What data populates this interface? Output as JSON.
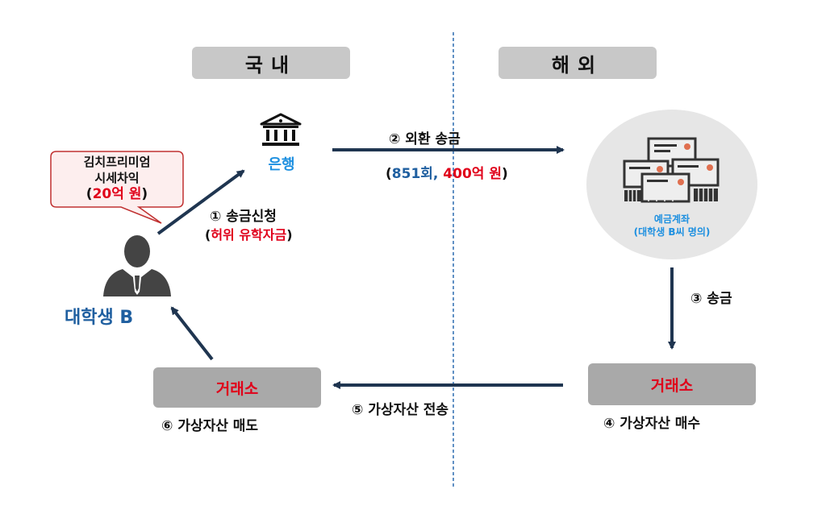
{
  "regions": {
    "domestic": "국내",
    "overseas": "해외"
  },
  "bank": {
    "label": "은행"
  },
  "bubble": {
    "line1": "김치프리미엄",
    "line2": "시세차익",
    "amount_open": "(",
    "amount": "20억 원",
    "amount_close": ")"
  },
  "student": {
    "label": "대학생 B"
  },
  "steps": {
    "s1": {
      "label": "① 송금신청",
      "sub_open": "(",
      "sub": "허위 유학자금",
      "sub_close": ")"
    },
    "s2": {
      "label": "② 외환 송금",
      "open": "(",
      "count": "851회,",
      "amount": "400억 원",
      "close": ")"
    },
    "s3": {
      "label": "③ 송금"
    },
    "s4": {
      "label": "④ 가상자산 매수"
    },
    "s5": {
      "label": "⑤ 가상자산 전송"
    },
    "s6": {
      "label": "⑥ 가상자산 매도"
    }
  },
  "account": {
    "line1": "예금계좌",
    "line2": "(대학생 B씨 명의)"
  },
  "exchange_left": {
    "label": "거래소"
  },
  "exchange_right": {
    "label": "거래소"
  },
  "colors": {
    "arrow": "#1f3550",
    "highlight": "#e0001a",
    "blue_text": "#1f5fa0",
    "divider": "#2b6cb0"
  }
}
